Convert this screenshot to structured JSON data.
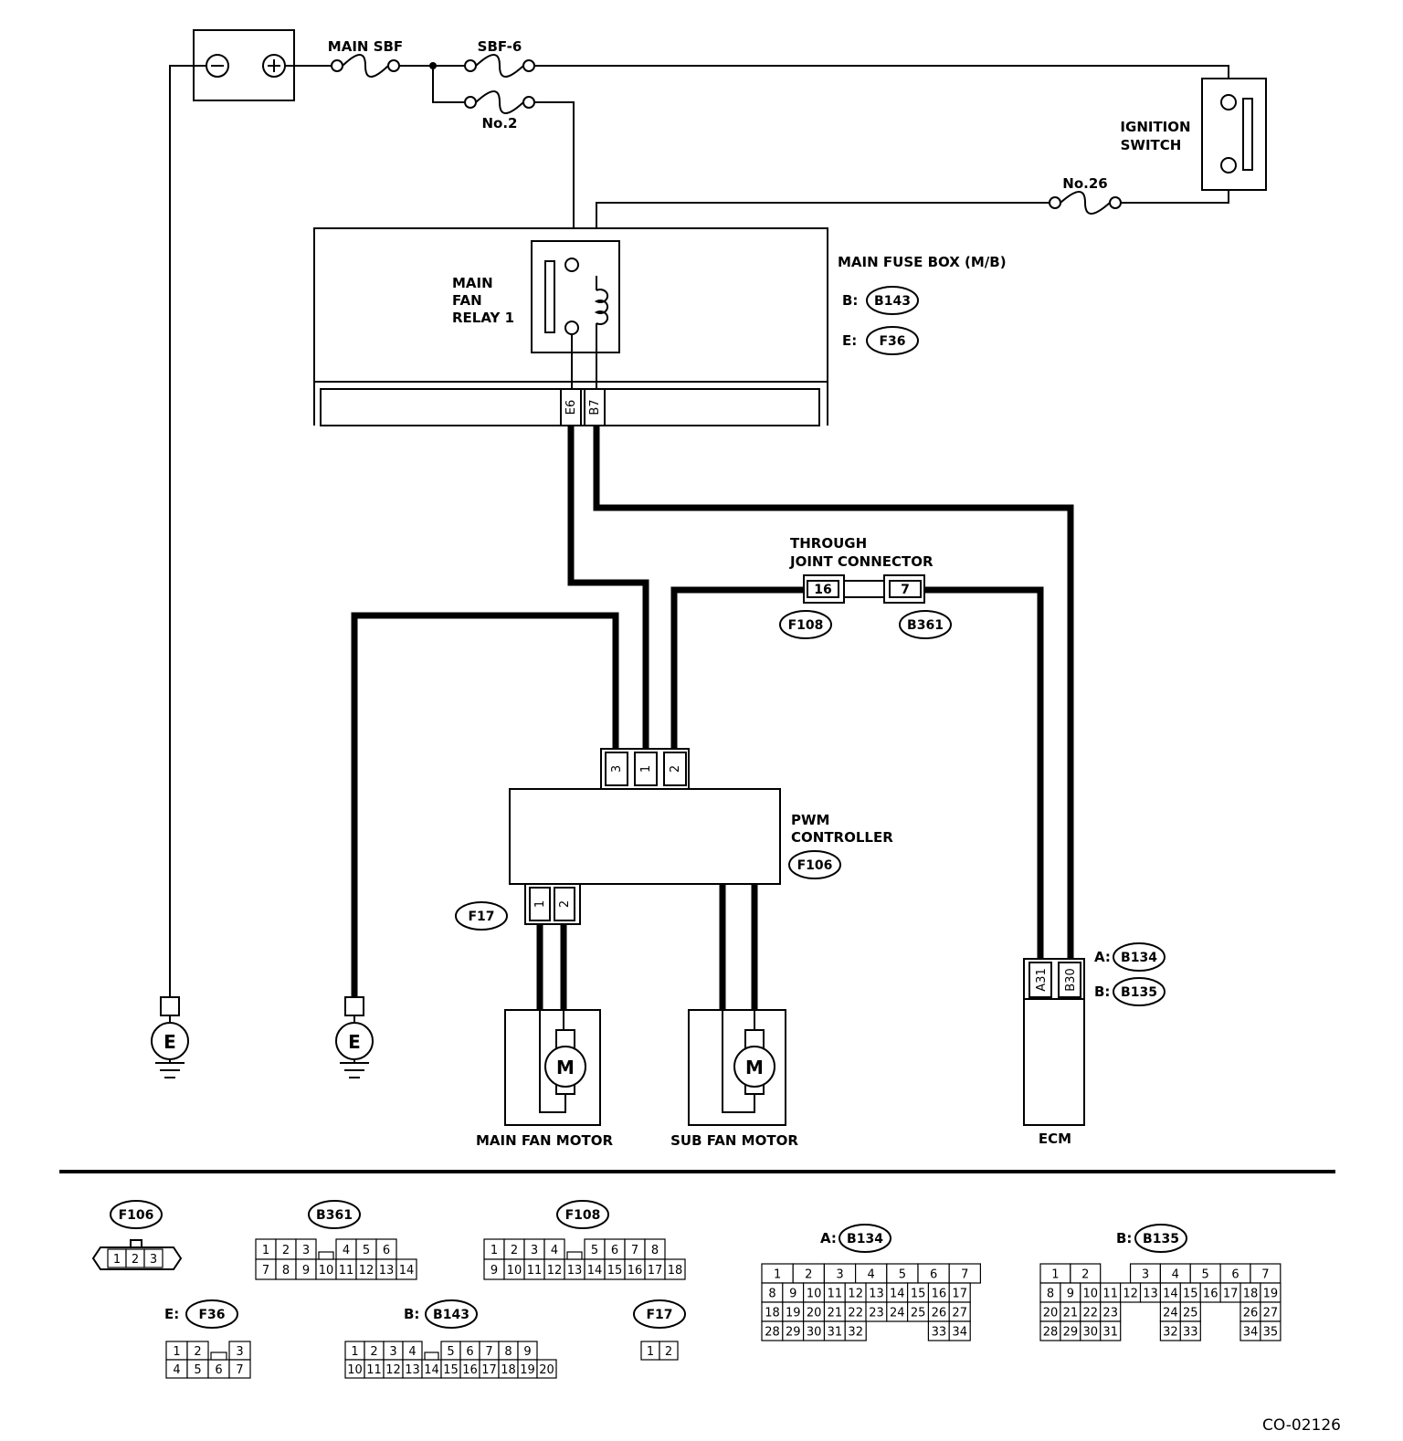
{
  "labels": {
    "main_sbf": "MAIN SBF",
    "sbf6": "SBF-6",
    "no2": "No.2",
    "no26": "No.26",
    "ignition_line1": "IGNITION",
    "ignition_line2": "SWITCH",
    "main_fuse_box": "MAIN FUSE BOX (M/B)",
    "relay_line1": "MAIN",
    "relay_line2": "FAN",
    "relay_line3": "RELAY 1",
    "b_prefix": "B:",
    "e_prefix": "E:",
    "a_prefix": "A:",
    "through_line1": "THROUGH",
    "through_line2": "JOINT CONNECTOR",
    "pwm_line1": "PWM",
    "pwm_line2": "CONTROLLER",
    "main_fan_motor": "MAIN FAN MOTOR",
    "sub_fan_motor": "SUB FAN MOTOR",
    "ecm": "ECM",
    "ground": "E",
    "motor": "M",
    "code": "CO-02126"
  },
  "refs": {
    "b143": "B143",
    "f36": "F36",
    "f108": "F108",
    "b361": "B361",
    "f106": "F106",
    "f17": "F17",
    "b134": "B134",
    "b135": "B135"
  },
  "pins": {
    "e6": "E6",
    "b7": "B7",
    "p16": "16",
    "p7": "7",
    "pwm3": "3",
    "pwm1": "1",
    "pwm2": "2",
    "f17_1": "1",
    "f17_2": "2",
    "a31": "A31",
    "b30": "B30"
  },
  "connectors": {
    "f106": [
      [
        "1",
        "2",
        "3"
      ]
    ],
    "b361": [
      [
        "1",
        "2",
        "3",
        "",
        "4",
        "5",
        "6"
      ],
      [
        "7",
        "8",
        "9",
        "10",
        "11",
        "12",
        "13",
        "14"
      ]
    ],
    "f108": [
      [
        "1",
        "2",
        "3",
        "4",
        "",
        "5",
        "6",
        "7",
        "8"
      ],
      [
        "9",
        "10",
        "11",
        "12",
        "13",
        "14",
        "15",
        "16",
        "17",
        "18"
      ]
    ],
    "f36": [
      [
        "1",
        "2",
        "",
        "3"
      ],
      [
        "4",
        "5",
        "6",
        "7"
      ]
    ],
    "b143": [
      [
        "1",
        "2",
        "3",
        "4",
        "",
        "5",
        "6",
        "7",
        "8",
        "9"
      ],
      [
        "10",
        "11",
        "12",
        "13",
        "14",
        "15",
        "16",
        "17",
        "18",
        "19",
        "20"
      ]
    ],
    "f17": [
      [
        "1",
        "2"
      ]
    ],
    "b134": [
      [
        "1",
        "2",
        "3",
        "4",
        "5",
        "6",
        "7"
      ],
      [
        "8",
        "9",
        "10",
        "11",
        "12",
        "13",
        "14",
        "15",
        "16",
        "17"
      ],
      [
        "18",
        "19",
        "20",
        "21",
        "22",
        "23",
        "24",
        "25",
        "26",
        "27"
      ],
      [
        "28",
        "29",
        "30",
        "31",
        "32",
        "33",
        "34"
      ]
    ],
    "b135": [
      [
        "1",
        "2",
        "3",
        "4",
        "5",
        "6",
        "7"
      ],
      [
        "8",
        "9",
        "10",
        "11",
        "12",
        "13",
        "14",
        "15",
        "16",
        "17",
        "18",
        "19"
      ],
      [
        "20",
        "21",
        "22",
        "23",
        "24",
        "25",
        "26",
        "27"
      ],
      [
        "28",
        "29",
        "30",
        "31",
        "32",
        "33",
        "34",
        "35"
      ]
    ]
  }
}
